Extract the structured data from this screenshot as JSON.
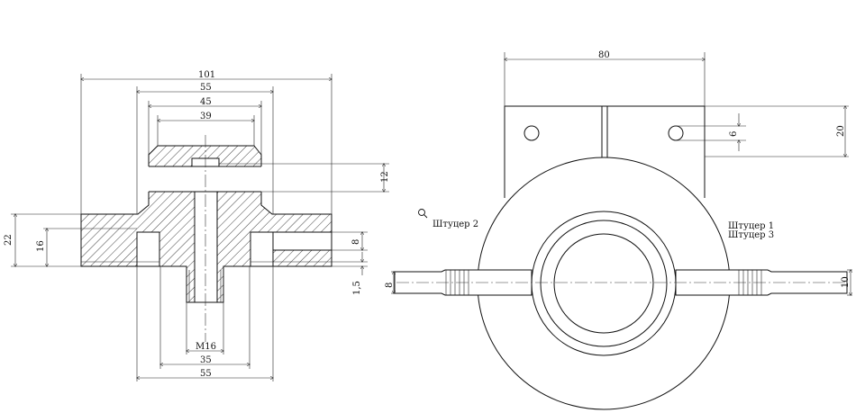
{
  "dims_left": {
    "d101": "101",
    "d55_top": "55",
    "d45": "45",
    "d39": "39",
    "d12": "12",
    "d22": "22",
    "d16": "16",
    "d8": "8",
    "d1_5": "1,5",
    "thread": "M16",
    "d35": "35",
    "d55_bottom": "55"
  },
  "dims_right": {
    "d80": "80",
    "d6": "6",
    "d20": "20",
    "d8": "8",
    "d10": "10"
  },
  "labels": {
    "fitting2": "Штуцер 2",
    "fitting1": "Штуцер 1",
    "fitting3": "Штуцер 3"
  }
}
